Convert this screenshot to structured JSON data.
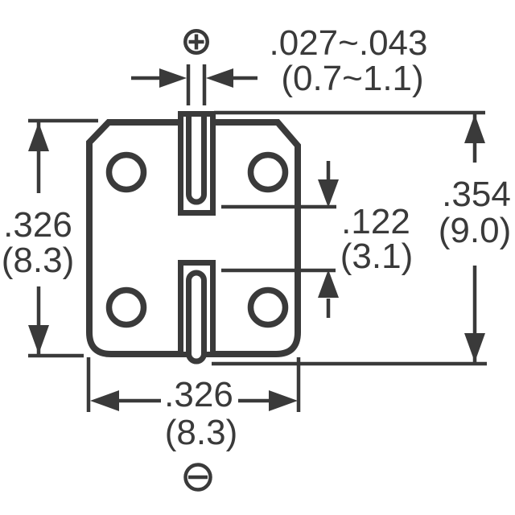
{
  "diagram": {
    "type": "component-dimension-drawing",
    "description": "SMD electrolytic capacitor bottom-view dimensional drawing",
    "dimensions": {
      "lead_width": {
        "in": ".027~.043",
        "mm": "(0.7~1.1)"
      },
      "body_height": {
        "in": ".326",
        "mm": "(8.3)"
      },
      "overall_height": {
        "in": ".354",
        "mm": "(9.0)"
      },
      "lead_gap": {
        "in": ".122",
        "mm": "(3.1)"
      },
      "body_width": {
        "in": ".326",
        "mm": "(8.3)"
      }
    },
    "icons": {
      "positive": "plus-in-circle",
      "negative": "minus-in-circle"
    },
    "colors": {
      "line": "#3a3a3a",
      "background": "#ffffff"
    }
  }
}
